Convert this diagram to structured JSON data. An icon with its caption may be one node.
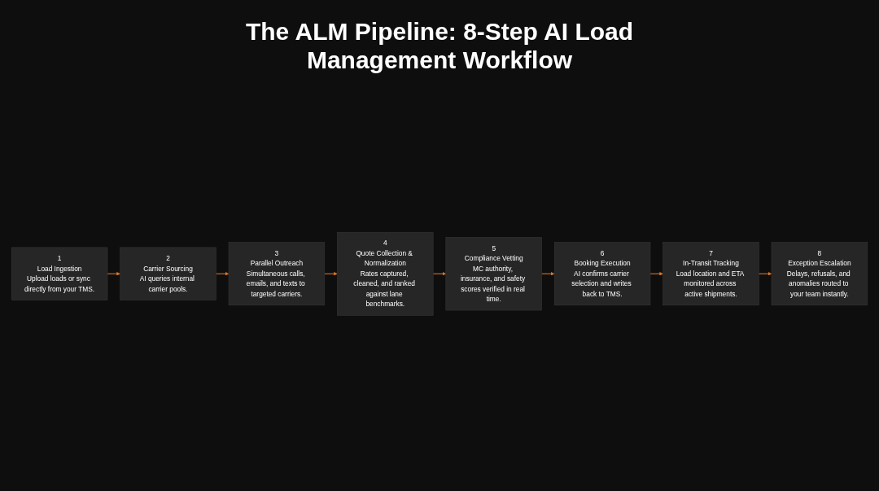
{
  "diagram": {
    "title": "The ALM Pipeline: 8-Step AI Load Management Workflow",
    "nodes": [
      {
        "text": [
          "1",
          "Load Ingestion",
          "Upload loads or sync directly from your TMS."
        ]
      },
      {
        "text": [
          "2",
          "Carrier Sourcing",
          "AI queries internal carrier pools."
        ]
      },
      {
        "text": [
          "3",
          "Parallel Outreach",
          "Simultaneous calls, emails, and texts to targeted carriers."
        ]
      },
      {
        "text": [
          "4",
          "Quote Collection & Normalization",
          "Rates captured, cleaned, and ranked against lane benchmarks."
        ]
      },
      {
        "text": [
          "5",
          "Compliance Vetting",
          "MC authority, insurance, and safety scores verified in real time."
        ]
      },
      {
        "text": [
          "6",
          "Booking Execution",
          "AI confirms carrier selection and writes back to TMS."
        ]
      },
      {
        "text": [
          "7",
          "In-Transit Tracking",
          "Load location and ETA monitored across active shipments."
        ]
      },
      {
        "text": [
          "8",
          "Exception Escalation",
          "Delays, refusals, and anomalies routed to your team instantly."
        ]
      }
    ],
    "edges": [
      {
        "from": 0,
        "to": 1,
        "arrow": "to"
      },
      {
        "from": 1,
        "to": 2,
        "arrow": "to"
      },
      {
        "from": 2,
        "to": 3,
        "arrow": "to"
      },
      {
        "from": 3,
        "to": 4,
        "arrow": "to"
      },
      {
        "from": 4,
        "to": 5,
        "arrow": "to"
      },
      {
        "from": 5,
        "to": 6,
        "arrow": "to"
      },
      {
        "from": 6,
        "to": 7,
        "arrow": "to"
      }
    ]
  }
}
